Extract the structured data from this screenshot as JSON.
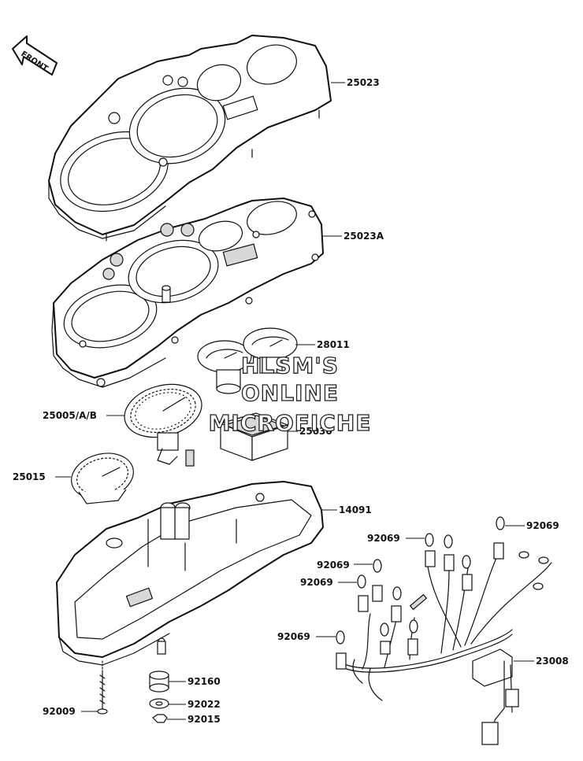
{
  "front_label": "FRONT",
  "part_labels": {
    "p25023": "25023",
    "p25023A": "25023A",
    "p28011": "28011",
    "p25005": "25005/A/B",
    "p25030": "25030",
    "p25015": "25015",
    "p14091": "14091",
    "p92069_a": "92069",
    "p92069_b": "92069",
    "p92069_c": "92069",
    "p92069_d": "92069",
    "p92069_e": "92069",
    "p23008": "23008",
    "p92160": "92160",
    "p92022": "92022",
    "p92015": "92015",
    "p92009": "92009"
  },
  "watermark": {
    "line1": "HLSM'S",
    "line2": "ONLINE",
    "line3": "MICROFICHE"
  }
}
